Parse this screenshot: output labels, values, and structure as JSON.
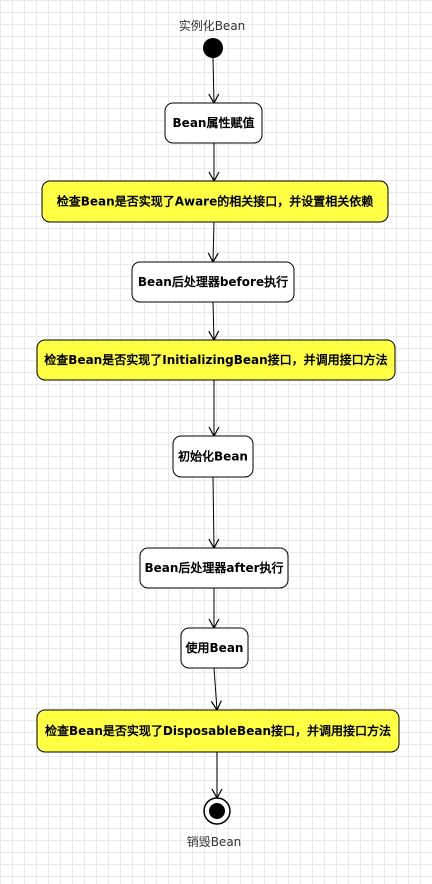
{
  "colors": {
    "node_fill": "#ffffff",
    "highlight_fill": "#ffff44",
    "stroke": "#000000",
    "edge": "#000000",
    "grid": "#e9e9e9"
  },
  "diagram": {
    "start_label": "实例化Bean",
    "end_label": "销毁Bean",
    "nodes": [
      {
        "id": "assign",
        "label": "Bean属性赋值",
        "highlight": false
      },
      {
        "id": "aware",
        "label": "检查Bean是否实现了Aware的相关接口，并设置相关依赖",
        "highlight": true
      },
      {
        "id": "before",
        "label": "Bean后处理器before执行",
        "highlight": false
      },
      {
        "id": "init-iface",
        "label": "检查Bean是否实现了InitializingBean接口，并调用接口方法",
        "highlight": true
      },
      {
        "id": "init",
        "label": "初始化Bean",
        "highlight": false
      },
      {
        "id": "after",
        "label": "Bean后处理器after执行",
        "highlight": false
      },
      {
        "id": "use",
        "label": "使用Bean",
        "highlight": false
      },
      {
        "id": "disposable",
        "label": "检查Bean是否实现了DisposableBean接口，并调用接口方法",
        "highlight": true
      }
    ]
  }
}
